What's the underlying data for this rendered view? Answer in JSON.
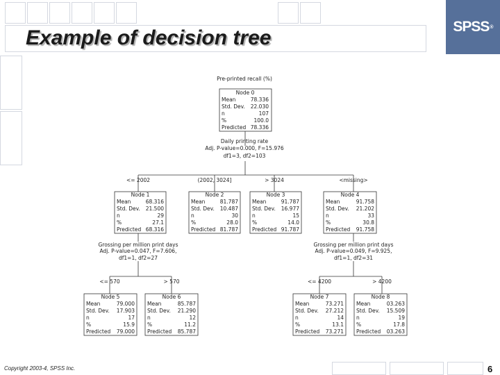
{
  "slide": {
    "title": "Example of decision tree",
    "logo": "SPSS",
    "copyright": "Copyright 2003-4, SPSS Inc.",
    "page_number": "6",
    "brand_color": "#56709a"
  },
  "tree": {
    "target_label": "Pre-printed recall (%)",
    "row_labels": [
      "Mean",
      "Std. Dev.",
      "n",
      "%",
      "Predicted"
    ],
    "nodes": [
      {
        "id": "Node 0",
        "mean": "78.336",
        "std": "22.030",
        "n": "107",
        "pct": "100.0",
        "pred": "78.336"
      },
      {
        "id": "Node 1",
        "mean": "68.316",
        "std": "21.500",
        "n": "29",
        "pct": "27.1",
        "pred": "68.316"
      },
      {
        "id": "Node 2",
        "mean": "81.787",
        "std": "10.487",
        "n": "30",
        "pct": "28.0",
        "pred": "81.787"
      },
      {
        "id": "Node 3",
        "mean": "91.787",
        "std": "16.977",
        "n": "15",
        "pct": "14.0",
        "pred": "91.787"
      },
      {
        "id": "Node 4",
        "mean": "91.758",
        "std": "21.202",
        "n": "33",
        "pct": "30.8",
        "pred": "91.758"
      },
      {
        "id": "Node 5",
        "mean": "79.000",
        "std": "17.903",
        "n": "17",
        "pct": "15.9",
        "pred": "79.000"
      },
      {
        "id": "Node 6",
        "mean": "85.787",
        "std": "21.290",
        "n": "12",
        "pct": "11.2",
        "pred": "85.787"
      },
      {
        "id": "Node 7",
        "mean": "73.271",
        "std": "27.212",
        "n": "14",
        "pct": "13.1",
        "pred": "73.271"
      },
      {
        "id": "Node 8",
        "mean": "03.263",
        "std": "15.509",
        "n": "19",
        "pct": "17.8",
        "pred": "03.263"
      }
    ],
    "splits": [
      {
        "var": "Daily printing rate",
        "line2": "Adj. P-value=0.000, F=15.976",
        "line3": "df1=3, df2=103"
      },
      {
        "var": "Grossing per million print days",
        "line2": "Adj. P-value=0.047, F=7.606,",
        "line3": "df1=1, df2=27"
      },
      {
        "var": "Grossing per million print days",
        "line2": "Adj. P-value=0.049, F=9.925,",
        "line3": "df1=1, df2=31"
      }
    ],
    "branches": [
      "<= 2002",
      "(2002, 3024]",
      "> 3024",
      "<missing>",
      "<= 570",
      "> 570",
      "<= 4200",
      "> 4200"
    ]
  }
}
